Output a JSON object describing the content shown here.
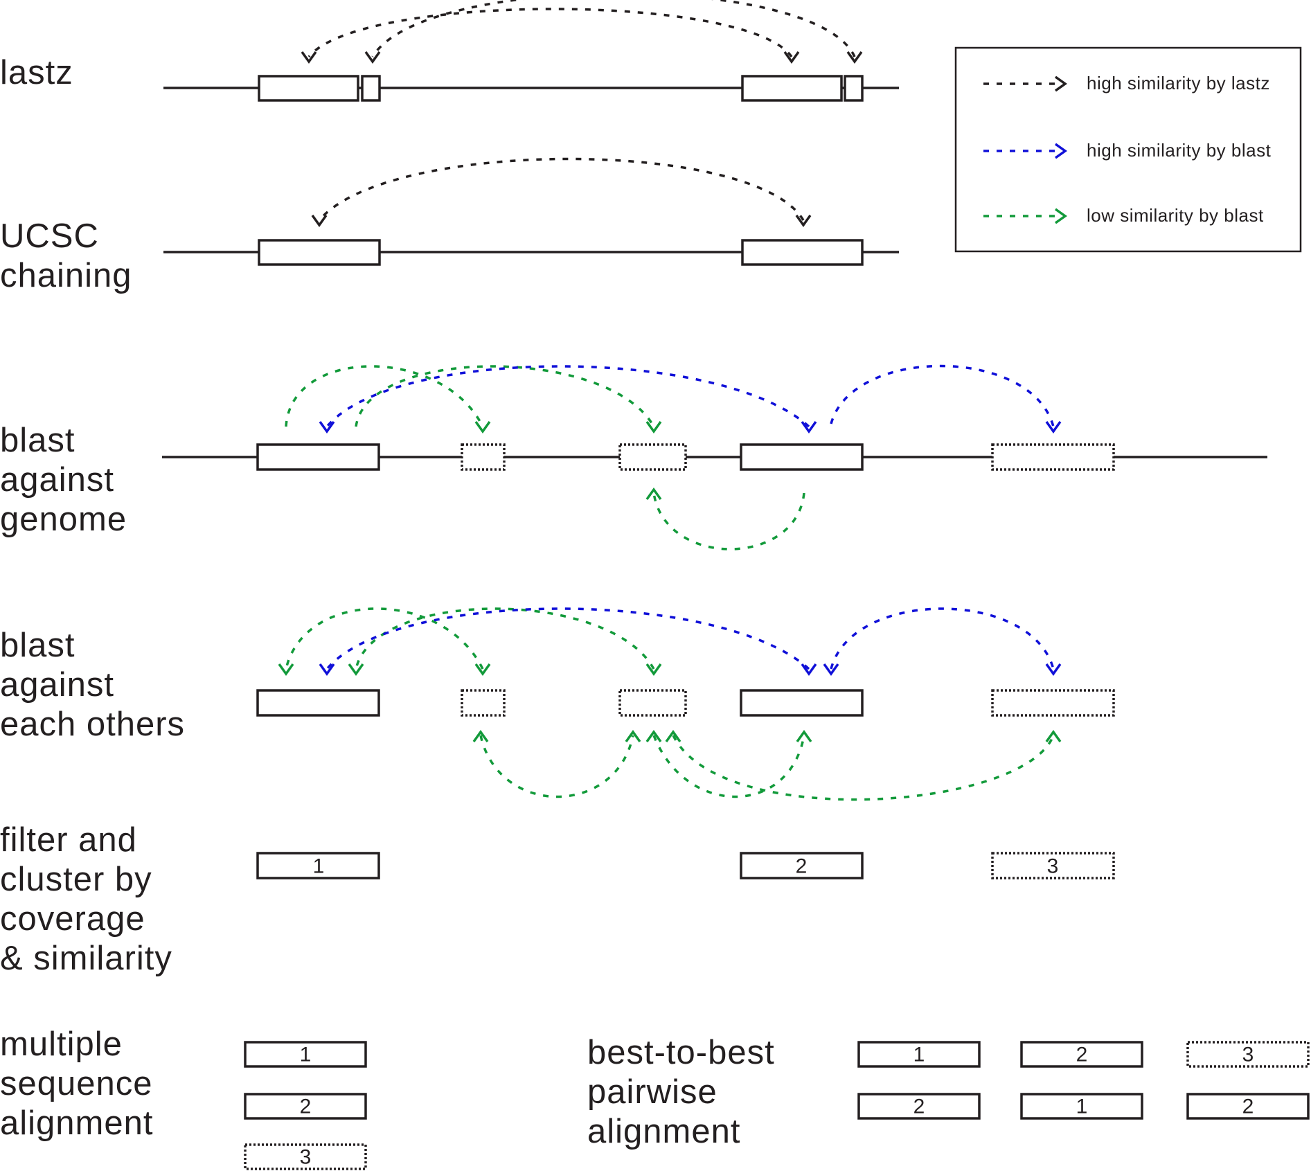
{
  "colors": {
    "ink": "#231f20",
    "lastz": "#231f20",
    "blast_high": "#1010d8",
    "blast_low": "#129a3a"
  },
  "rows": {
    "lastz": {
      "lines": [
        "lastz"
      ]
    },
    "ucsc": {
      "lines": [
        "UCSC",
        "chaining"
      ]
    },
    "genome": {
      "lines": [
        "blast",
        "against",
        "genome"
      ]
    },
    "each": {
      "lines": [
        "blast",
        "against",
        "each others"
      ]
    },
    "filter": {
      "lines": [
        "filter and",
        "cluster by",
        "coverage",
        "& similarity"
      ],
      "boxes": [
        "1",
        "2",
        "3"
      ]
    },
    "msa": {
      "lines": [
        "multiple",
        "sequence",
        "alignment"
      ],
      "boxes": [
        "1",
        "2",
        "3"
      ]
    },
    "btb": {
      "lines": [
        "best-to-best",
        "pairwise",
        "alignment"
      ],
      "pairs": [
        [
          "1",
          "2"
        ],
        [
          "2",
          "1"
        ],
        [
          "3",
          "2"
        ]
      ]
    }
  },
  "legend": [
    {
      "label": "high similarity by lastz",
      "color": "#231f20"
    },
    {
      "label": "high similarity by blast",
      "color": "#1010d8"
    },
    {
      "label": "low similarity by blast",
      "color": "#129a3a"
    }
  ]
}
